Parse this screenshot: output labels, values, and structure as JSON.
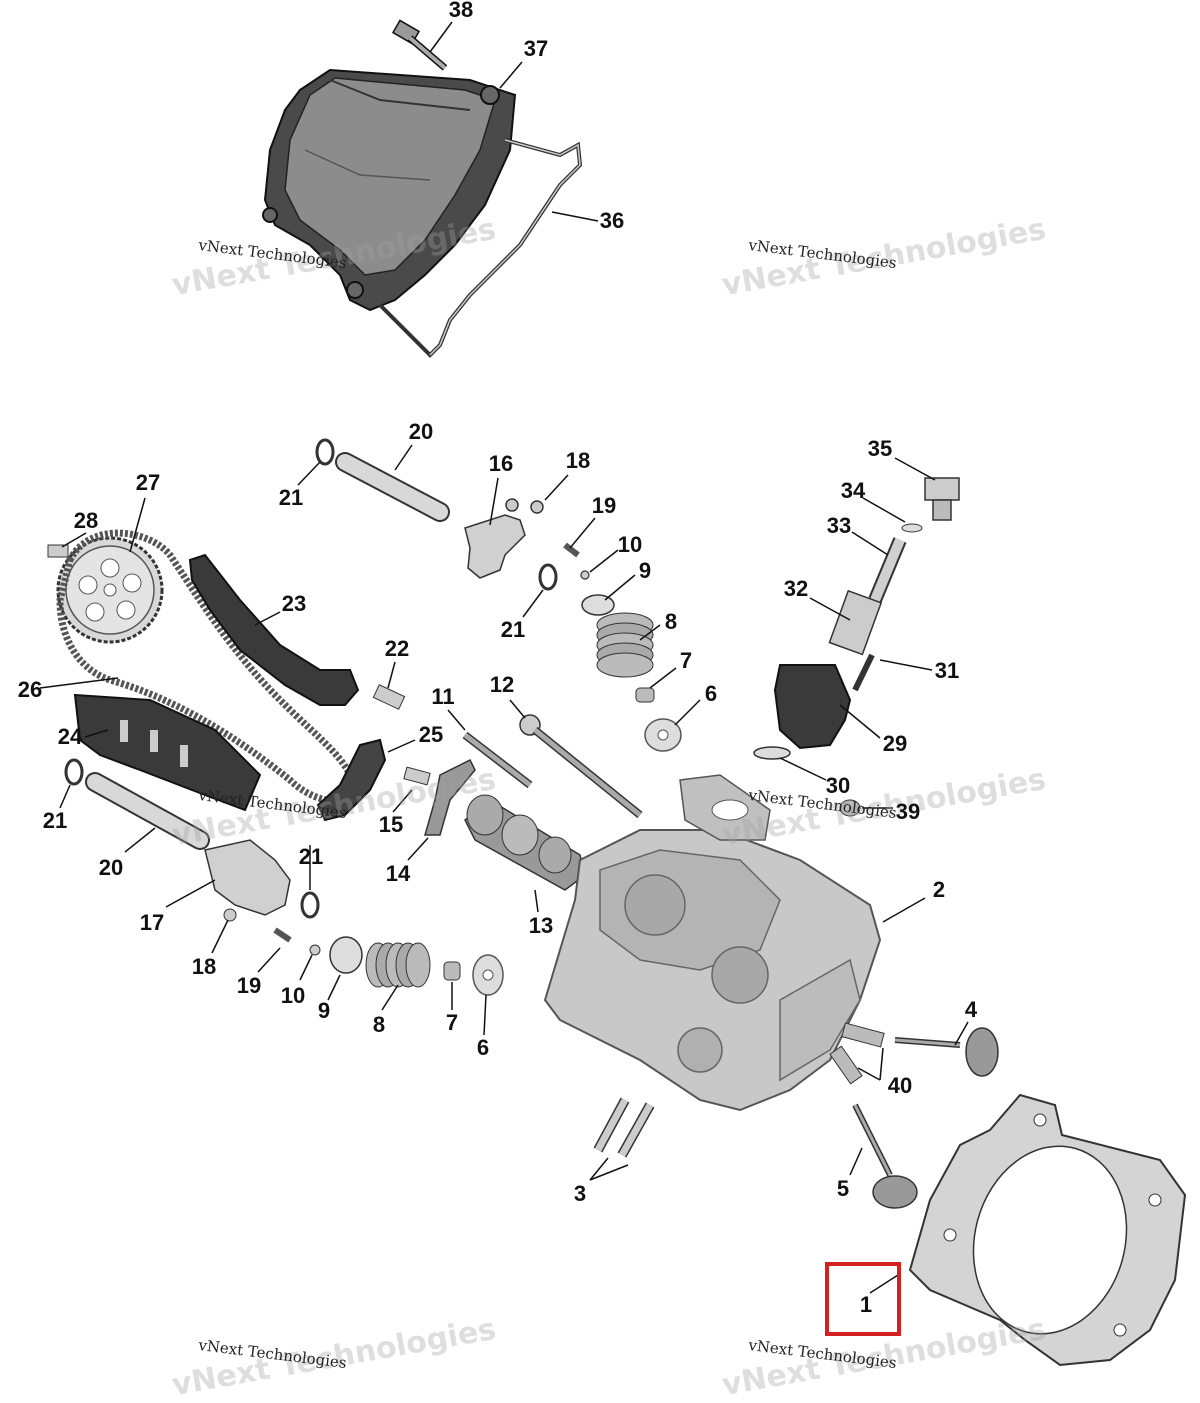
{
  "watermark": {
    "line1": "vNext Technologies",
    "big": "vNext Technologies"
  },
  "highlight": {
    "color": "#d42020",
    "part_number": "1"
  },
  "colors": {
    "part_dark": "#3a3a3a",
    "part_mid": "#8a8a8a",
    "part_light": "#c8c8c8",
    "leader": "#111111"
  },
  "callouts": [
    {
      "id": "38",
      "label": "38"
    },
    {
      "id": "37",
      "label": "37"
    },
    {
      "id": "36",
      "label": "36"
    },
    {
      "id": "20a",
      "label": "20"
    },
    {
      "id": "21a",
      "label": "21"
    },
    {
      "id": "16",
      "label": "16"
    },
    {
      "id": "18a",
      "label": "18"
    },
    {
      "id": "19a",
      "label": "19"
    },
    {
      "id": "10a",
      "label": "10"
    },
    {
      "id": "9a",
      "label": "9"
    },
    {
      "id": "21b",
      "label": "21"
    },
    {
      "id": "8a",
      "label": "8"
    },
    {
      "id": "7a",
      "label": "7"
    },
    {
      "id": "6a",
      "label": "6"
    },
    {
      "id": "35",
      "label": "35"
    },
    {
      "id": "34",
      "label": "34"
    },
    {
      "id": "33",
      "label": "33"
    },
    {
      "id": "32",
      "label": "32"
    },
    {
      "id": "31",
      "label": "31"
    },
    {
      "id": "29",
      "label": "29"
    },
    {
      "id": "30",
      "label": "30"
    },
    {
      "id": "39",
      "label": "39"
    },
    {
      "id": "27",
      "label": "27"
    },
    {
      "id": "28",
      "label": "28"
    },
    {
      "id": "23",
      "label": "23"
    },
    {
      "id": "22",
      "label": "22"
    },
    {
      "id": "26",
      "label": "26"
    },
    {
      "id": "24",
      "label": "24"
    },
    {
      "id": "25",
      "label": "25"
    },
    {
      "id": "11",
      "label": "11"
    },
    {
      "id": "12",
      "label": "12"
    },
    {
      "id": "21c",
      "label": "21"
    },
    {
      "id": "15",
      "label": "15"
    },
    {
      "id": "20b",
      "label": "20"
    },
    {
      "id": "21d",
      "label": "21"
    },
    {
      "id": "14",
      "label": "14"
    },
    {
      "id": "13",
      "label": "13"
    },
    {
      "id": "17",
      "label": "17"
    },
    {
      "id": "18b",
      "label": "18"
    },
    {
      "id": "19b",
      "label": "19"
    },
    {
      "id": "10b",
      "label": "10"
    },
    {
      "id": "9b",
      "label": "9"
    },
    {
      "id": "8b",
      "label": "8"
    },
    {
      "id": "7b",
      "label": "7"
    },
    {
      "id": "6b",
      "label": "6"
    },
    {
      "id": "2",
      "label": "2"
    },
    {
      "id": "4",
      "label": "4"
    },
    {
      "id": "40",
      "label": "40"
    },
    {
      "id": "5",
      "label": "5"
    },
    {
      "id": "3",
      "label": "3"
    },
    {
      "id": "1",
      "label": "1"
    }
  ]
}
